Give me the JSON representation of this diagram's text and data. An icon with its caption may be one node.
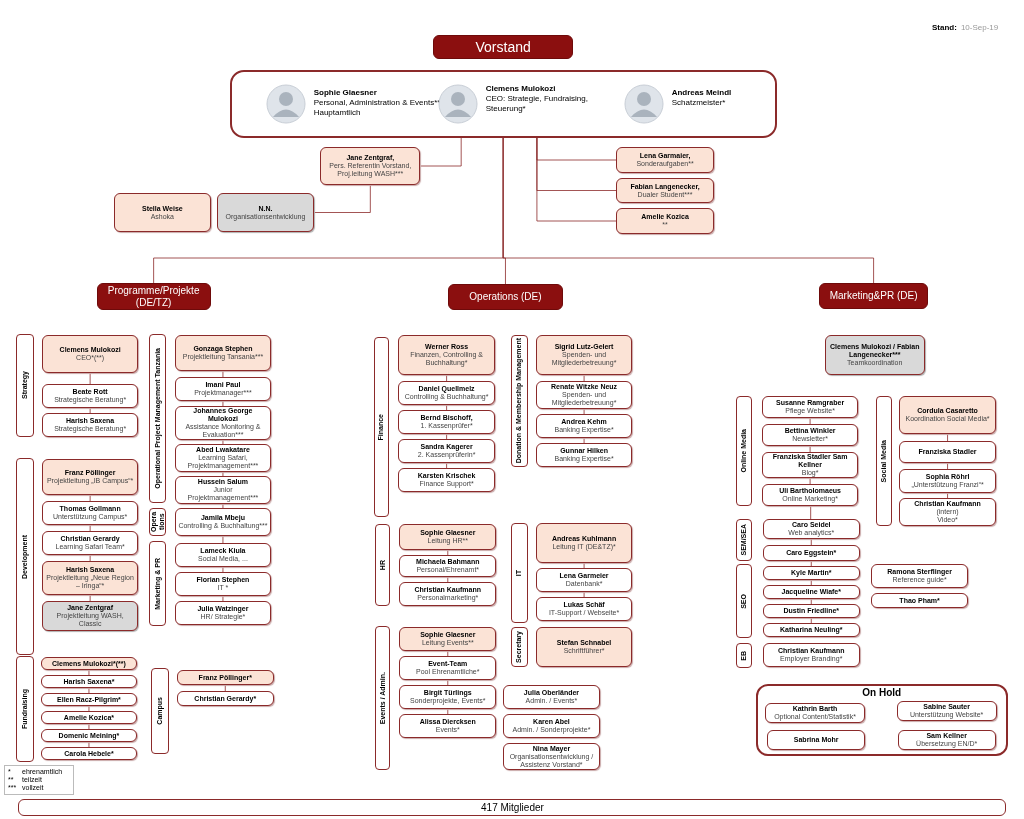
{
  "diagram": {
    "nodes": [
      {
        "text": [
          "Vorstand"
        ]
      },
      {
        "text": [
          "Sophie Glaesner",
          "Personal, Administration & Events** Hauptamtlich",
          "Clemens Mulokozi",
          "CEO: Strategie, Fundraising, Steuerung*",
          "Andreas Meindl",
          "Schatzmeister*"
        ]
      },
      {
        "text": [
          "Jane Zentgraf,",
          "Pers. Referentin Vorstand, Proj.leitung WASH***"
        ]
      },
      {
        "text": [
          "Lena Garmaier,",
          "Sonderaufgaben**"
        ]
      },
      {
        "text": [
          "Fabian Langenecker,",
          "Dualer Student***"
        ]
      },
      {
        "text": [
          "Amelie Kozica",
          "**"
        ]
      },
      {
        "text": [
          "Stella Weise",
          "Ashoka"
        ]
      },
      {
        "text": [
          "N.N.",
          "Organisationsentwicklung"
        ]
      },
      {
        "text": [
          "Programme/Projekte (DE/TZ)"
        ]
      },
      {
        "text": [
          "Operations (DE)"
        ]
      },
      {
        "text": [
          "Marketing&PR (DE)"
        ]
      },
      {
        "text": [
          "Strategy"
        ]
      },
      {
        "text": [
          "Clemens Mulokozi",
          "CEO*(**)"
        ]
      },
      {
        "text": [
          "Beate Rott",
          "Strategische Beratung*"
        ]
      },
      {
        "text": [
          "Harish Saxena",
          "Strategische Beratung*"
        ]
      },
      {
        "text": [
          "Development"
        ]
      },
      {
        "text": [
          "Franz Pöllinger",
          "Projektleitung „IB Campus“*"
        ]
      },
      {
        "text": [
          "Thomas Gollmann",
          "Unterstützung Campus*"
        ]
      },
      {
        "text": [
          "Christian Gerardy",
          "Learning Safari Team*"
        ]
      },
      {
        "text": [
          "Harish Saxena",
          "Projektleitung „Neue Region – Iringa“*"
        ]
      },
      {
        "text": [
          "Jane Zentgraf",
          "Projektleitung WASH, Classic"
        ]
      },
      {
        "text": [
          "Operational Project Management  Tanzania"
        ]
      },
      {
        "text": [
          "Gonzaga Stephen",
          "Projektleitung Tansania***"
        ]
      },
      {
        "text": [
          "Imani Paul",
          "Projektmanager***"
        ]
      },
      {
        "text": [
          "Johannes George Mulokozi",
          "Assistance Monitoring & Evaluation***"
        ]
      },
      {
        "text": [
          "Abed Lwakatare",
          "Learning Safari, Projektmanagement***"
        ]
      },
      {
        "text": [
          "Hussein Salum",
          "Junior Projektmanagement***"
        ]
      },
      {
        "text": [
          "Opera tions"
        ]
      },
      {
        "text": [
          "Jamila Mbeju",
          "Controlling & Buchhaltung***"
        ]
      },
      {
        "text": [
          "Marketing & PR"
        ]
      },
      {
        "text": [
          "Lameck Kiula",
          "Social Media, ..."
        ]
      },
      {
        "text": [
          "Florian Stephen",
          "IT *"
        ]
      },
      {
        "text": [
          "Julia Watzinger",
          "HR/ Strategie*"
        ]
      },
      {
        "text": [
          "Fundraising"
        ]
      },
      {
        "text": [
          "Clemens Mulokozi*(**)"
        ]
      },
      {
        "text": [
          "Harish Saxena*"
        ]
      },
      {
        "text": [
          "Ellen Racz-Pilgrim*"
        ]
      },
      {
        "text": [
          "Amelie Kozica*"
        ]
      },
      {
        "text": [
          "Domenic Meining*"
        ]
      },
      {
        "text": [
          "Carola Hebele*"
        ]
      },
      {
        "text": [
          "Campus"
        ]
      },
      {
        "text": [
          "Franz Pöllinger*"
        ]
      },
      {
        "text": [
          "Christian Gerardy*"
        ]
      },
      {
        "text": [
          "Finance"
        ]
      },
      {
        "text": [
          "Werner Ross",
          "Finanzen, Controlling & Buchhaltung*"
        ]
      },
      {
        "text": [
          "Daniel Quellmelz",
          "Controlling & Buchhaltung*"
        ]
      },
      {
        "text": [
          "Bernd Bischoff,",
          "1. Kassenprüfer*"
        ]
      },
      {
        "text": [
          "Sandra Kagerer",
          "2. Kassenprüferin*"
        ]
      },
      {
        "text": [
          "Karsten Krischek",
          "Finance Support*"
        ]
      },
      {
        "text": [
          "Donation & Membership Management"
        ]
      },
      {
        "text": [
          "Sigrid Lutz-Gelert",
          "Spenden- und Mitgliederbetreuung*"
        ]
      },
      {
        "text": [
          "Renate Witzke Neuz",
          "Spenden- und Mitgliederbetreuung*"
        ]
      },
      {
        "text": [
          "Andrea Kehm",
          "Banking Expertise*"
        ]
      },
      {
        "text": [
          "Gunnar Hilken",
          "Banking Expertise*"
        ]
      },
      {
        "text": [
          "HR"
        ]
      },
      {
        "text": [
          "Sophie Glaesner",
          "Leitung HR**"
        ]
      },
      {
        "text": [
          "Michaela Bahmann",
          "Personal/Ehrenamt*"
        ]
      },
      {
        "text": [
          "Christian Kaufmann",
          "Personalmarketing*"
        ]
      },
      {
        "text": [
          "IT"
        ]
      },
      {
        "text": [
          "Andreas Kuhlmann",
          "Leitung IT (DE&TZ)*"
        ]
      },
      {
        "text": [
          "Lena Garmeier",
          "Datenbank*"
        ]
      },
      {
        "text": [
          "Lukas Schäf",
          "IT-Support / Webseite*"
        ]
      },
      {
        "text": [
          "Secretary"
        ]
      },
      {
        "text": [
          "Stefan Schnabel",
          "Schriftführer*"
        ]
      },
      {
        "text": [
          "Events / Admin."
        ]
      },
      {
        "text": [
          "Sophie Glaesner",
          "Leitung Events**"
        ]
      },
      {
        "text": [
          "Event-Team",
          "Pool Ehrenamtliche*"
        ]
      },
      {
        "text": [
          "Birgit Türlings",
          "Sonderprojekte, Events*"
        ]
      },
      {
        "text": [
          "Alissa Diercksen",
          "Events*"
        ]
      },
      {
        "text": [
          "Julia Oberländer",
          "Admin. / Events*"
        ]
      },
      {
        "text": [
          "Karen Abel",
          "Admin. / Sonderprojekte*"
        ]
      },
      {
        "text": [
          "Nina Mayer",
          "Organisationsentwicklung / Assistenz Vorstand*"
        ]
      },
      {
        "text": [
          "Clemens Mulokozi / Fabian Langenecker***",
          "Teamkoordination"
        ]
      },
      {
        "text": [
          "Online Media"
        ]
      },
      {
        "text": [
          "Susanne Ramgraber",
          "Pflege Website*"
        ]
      },
      {
        "text": [
          "Bettina Winkler",
          "Newsletter*"
        ]
      },
      {
        "text": [
          "Franziska Stadler Sam Kellner",
          "Blog*"
        ]
      },
      {
        "text": [
          "Uli Bartholomaeus",
          "Online Marketing*"
        ]
      },
      {
        "text": [
          "Social Media"
        ]
      },
      {
        "text": [
          "Cordula Casaretto",
          "Koordination Social Media*"
        ]
      },
      {
        "text": [
          "Franziska Stadler"
        ]
      },
      {
        "text": [
          "Sophia Röhrl",
          "„Unterstützung Franzi“*"
        ]
      },
      {
        "text": [
          "Christian Kaufmann",
          "(intern)",
          "Video*"
        ]
      },
      {
        "text": [
          "SEM/SEA"
        ]
      },
      {
        "text": [
          "Caro Seidel",
          "Web analytics*"
        ]
      },
      {
        "text": [
          "Caro Eggstein*"
        ]
      },
      {
        "text": [
          "SEO"
        ]
      },
      {
        "text": [
          "Kyle Martin*"
        ]
      },
      {
        "text": [
          "Jacqueline Wiafe*"
        ]
      },
      {
        "text": [
          "Dustin Friedline*"
        ]
      },
      {
        "text": [
          "Katharina Neuling*"
        ]
      },
      {
        "text": [
          "Ramona Sterflinger",
          "Reference guide*"
        ]
      },
      {
        "text": [
          "Thao Pham*"
        ]
      },
      {
        "text": [
          "EB"
        ]
      },
      {
        "text": [
          "Christian Kaufmann",
          "Employer Branding*"
        ]
      },
      {
        "text": [
          "On Hold"
        ]
      },
      {
        "text": [
          "Kathrin Barth",
          "Optional Content/Statistik*"
        ],
        "in": 95
      },
      {
        "text": [
          "Sabine Sauter",
          "Unterstützung Website*"
        ],
        "in": 95
      },
      {
        "text": [
          "Sabrina Mohr"
        ],
        "in": 95
      },
      {
        "text": [
          "Sam Kellner",
          "Übersetzung EN/D*"
        ],
        "in": 95
      },
      {
        "text": [
          "417 Mitglieder"
        ]
      }
    ],
    "edges": [
      {
        "from": 1,
        "to": 2,
        "arrow": "none"
      },
      {
        "from": 1,
        "to": 3,
        "arrow": "none"
      },
      {
        "from": 1,
        "to": 4,
        "arrow": "none"
      },
      {
        "from": 1,
        "to": 5,
        "arrow": "none"
      },
      {
        "from": 2,
        "to": 7,
        "arrow": "none"
      },
      {
        "from": 1,
        "to": 8,
        "arrow": "none"
      },
      {
        "from": 1,
        "to": 9,
        "arrow": "none"
      },
      {
        "from": 1,
        "to": 10,
        "arrow": "none"
      },
      {
        "from": 12,
        "to": 13,
        "arrow": "none"
      },
      {
        "from": 13,
        "to": 14,
        "arrow": "none"
      },
      {
        "from": 16,
        "to": 17,
        "arrow": "none"
      },
      {
        "from": 17,
        "to": 18,
        "arrow": "none"
      },
      {
        "from": 18,
        "to": 19,
        "arrow": "none"
      },
      {
        "from": 19,
        "to": 20,
        "arrow": "none"
      },
      {
        "from": 22,
        "to": 23,
        "arrow": "none"
      },
      {
        "from": 23,
        "to": 24,
        "arrow": "none"
      },
      {
        "from": 24,
        "to": 25,
        "arrow": "none"
      },
      {
        "from": 25,
        "to": 26,
        "arrow": "none"
      },
      {
        "from": 26,
        "to": 28,
        "arrow": "none"
      },
      {
        "from": 28,
        "to": 30,
        "arrow": "none"
      },
      {
        "from": 30,
        "to": 31,
        "arrow": "none"
      },
      {
        "from": 31,
        "to": 32,
        "arrow": "none"
      },
      {
        "from": 34,
        "to": 35,
        "arrow": "none"
      },
      {
        "from": 35,
        "to": 36,
        "arrow": "none"
      },
      {
        "from": 36,
        "to": 37,
        "arrow": "none"
      },
      {
        "from": 37,
        "to": 38,
        "arrow": "none"
      },
      {
        "from": 38,
        "to": 39,
        "arrow": "none"
      },
      {
        "from": 41,
        "to": 42,
        "arrow": "none"
      },
      {
        "from": 44,
        "to": 45,
        "arrow": "none"
      },
      {
        "from": 45,
        "to": 46,
        "arrow": "none"
      },
      {
        "from": 46,
        "to": 47,
        "arrow": "none"
      },
      {
        "from": 47,
        "to": 48,
        "arrow": "none"
      },
      {
        "from": 50,
        "to": 51,
        "arrow": "none"
      },
      {
        "from": 51,
        "to": 52,
        "arrow": "none"
      },
      {
        "from": 52,
        "to": 53,
        "arrow": "none"
      },
      {
        "from": 55,
        "to": 56,
        "arrow": "none"
      },
      {
        "from": 56,
        "to": 57,
        "arrow": "none"
      },
      {
        "from": 59,
        "to": 60,
        "arrow": "none"
      },
      {
        "from": 60,
        "to": 61,
        "arrow": "none"
      },
      {
        "from": 65,
        "to": 66,
        "arrow": "none"
      },
      {
        "from": 66,
        "to": 67,
        "arrow": "none"
      },
      {
        "from": 67,
        "to": 68,
        "arrow": "none"
      },
      {
        "from": 74,
        "to": 75,
        "arrow": "none"
      },
      {
        "from": 75,
        "to": 76,
        "arrow": "none"
      },
      {
        "from": 76,
        "to": 77,
        "arrow": "none"
      },
      {
        "from": 77,
        "to": 84,
        "arrow": "none"
      },
      {
        "from": 84,
        "to": 85,
        "arrow": "none"
      },
      {
        "from": 85,
        "to": 87,
        "arrow": "none"
      },
      {
        "from": 87,
        "to": 88,
        "arrow": "none"
      },
      {
        "from": 88,
        "to": 89,
        "arrow": "none"
      },
      {
        "from": 89,
        "to": 90,
        "arrow": "none"
      },
      {
        "from": 79,
        "to": 80,
        "arrow": "none"
      },
      {
        "from": 80,
        "to": 81,
        "arrow": "none"
      },
      {
        "from": 81,
        "to": 82,
        "arrow": "none"
      }
    ],
    "labels": [
      "Stand:",
      "10-Sep-19",
      "*",
      "ehrenamtlich",
      "**",
      "teilzeit",
      "***",
      "vollzeit"
    ]
  }
}
